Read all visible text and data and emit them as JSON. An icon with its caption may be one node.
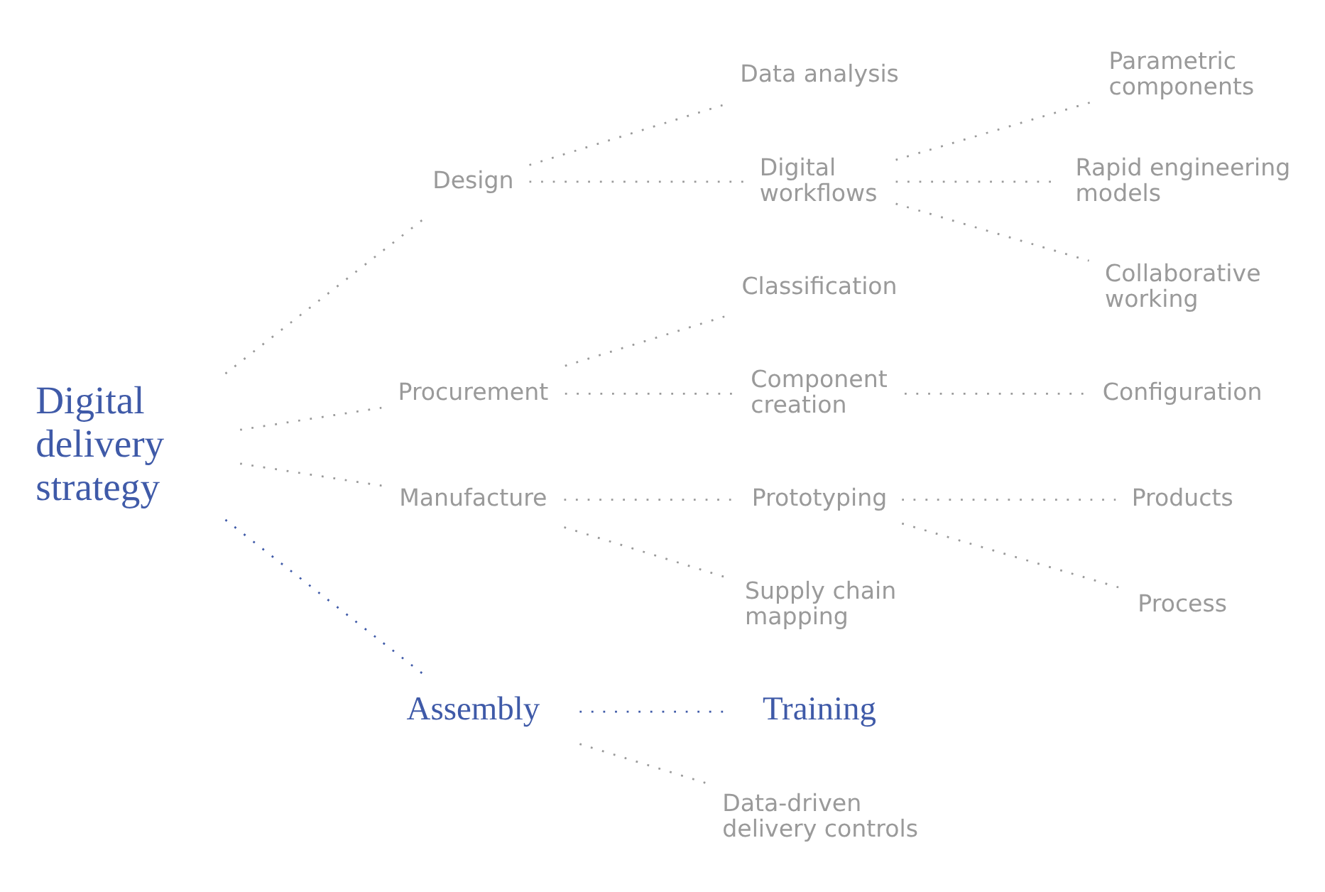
{
  "diagram": {
    "nodes": [
      {
        "text": [
          "Digital delivery strategy"
        ]
      },
      {
        "text": [
          "Design"
        ]
      },
      {
        "text": [
          "Procurement"
        ]
      },
      {
        "text": [
          "Manufacture"
        ]
      },
      {
        "text": [
          "Assembly"
        ]
      },
      {
        "text": [
          "Data analysis"
        ]
      },
      {
        "text": [
          "Digital workflows"
        ]
      },
      {
        "text": [
          "Classification"
        ]
      },
      {
        "text": [
          "Component creation"
        ]
      },
      {
        "text": [
          "Prototyping"
        ]
      },
      {
        "text": [
          "Supply chain mapping"
        ]
      },
      {
        "text": [
          "Training"
        ]
      },
      {
        "text": [
          "Data-driven delivery controls"
        ]
      },
      {
        "text": [
          "Parametric components"
        ]
      },
      {
        "text": [
          "Rapid engineering models"
        ]
      },
      {
        "text": [
          "Collaborative working"
        ]
      },
      {
        "text": [
          "Configuration"
        ]
      },
      {
        "text": [
          "Products"
        ]
      },
      {
        "text": [
          "Process"
        ]
      }
    ],
    "edges": [
      {
        "from": 0,
        "to": 1,
        "arrow": "none"
      },
      {
        "from": 0,
        "to": 2,
        "arrow": "none"
      },
      {
        "from": 0,
        "to": 3,
        "arrow": "none"
      },
      {
        "from": 0,
        "to": 4,
        "arrow": "none",
        "color": "#3f5aa8"
      },
      {
        "from": 1,
        "to": 5,
        "arrow": "none"
      },
      {
        "from": 1,
        "to": 6,
        "arrow": "none"
      },
      {
        "from": 2,
        "to": 7,
        "arrow": "none"
      },
      {
        "from": 2,
        "to": 8,
        "arrow": "none"
      },
      {
        "from": 3,
        "to": 9,
        "arrow": "none"
      },
      {
        "from": 3,
        "to": 10,
        "arrow": "none"
      },
      {
        "from": 4,
        "to": 11,
        "arrow": "none",
        "color": "#3f5aa8"
      },
      {
        "from": 4,
        "to": 12,
        "arrow": "none"
      },
      {
        "from": 6,
        "to": 13,
        "arrow": "none"
      },
      {
        "from": 6,
        "to": 14,
        "arrow": "none"
      },
      {
        "from": 6,
        "to": 15,
        "arrow": "none"
      },
      {
        "from": 8,
        "to": 16,
        "arrow": "none"
      },
      {
        "from": 9,
        "to": 17,
        "arrow": "none"
      },
      {
        "from": 9,
        "to": 18,
        "arrow": "none"
      }
    ]
  }
}
